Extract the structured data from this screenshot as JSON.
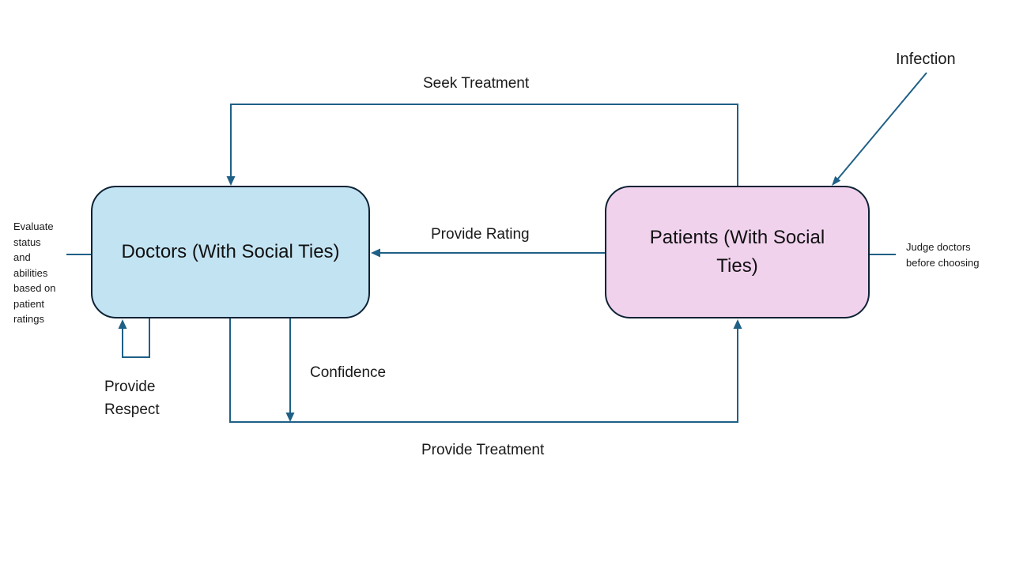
{
  "nodes": {
    "doctors": {
      "label": "Doctors (With Social Ties)",
      "fill": "#C2E3F2",
      "border": "#0E2235"
    },
    "patients": {
      "label": "Patients (With Social Ties)",
      "fill": "#F1D2ED",
      "border": "#0E2235"
    }
  },
  "edges": {
    "seek_treatment": {
      "label": "Seek Treatment",
      "from": "patients",
      "to": "doctors"
    },
    "provide_rating": {
      "label": "Provide Rating",
      "from": "patients",
      "to": "doctors"
    },
    "provide_treatment": {
      "label": "Provide Treatment",
      "from": "doctors",
      "to": "patients"
    },
    "confidence": {
      "label": "Confidence",
      "from": "doctors",
      "to": "provide_treatment_flow"
    },
    "provide_respect": {
      "label": "Provide\nRespect",
      "from": "doctors",
      "to": "doctors"
    },
    "infection": {
      "label": "Infection",
      "to": "patients"
    }
  },
  "notes": {
    "doctors_note": "Evaluate\nstatus\nand\nabilities\nbased on\npatient\nratings",
    "patients_note": "Judge doctors\nbefore choosing"
  },
  "colors": {
    "connector": "#1F6086",
    "node_border": "#0E2235",
    "doctors_fill": "#C2E3F2",
    "patients_fill": "#F1D2ED",
    "text": "#1A1A1A",
    "background": "#FFFFFF"
  }
}
